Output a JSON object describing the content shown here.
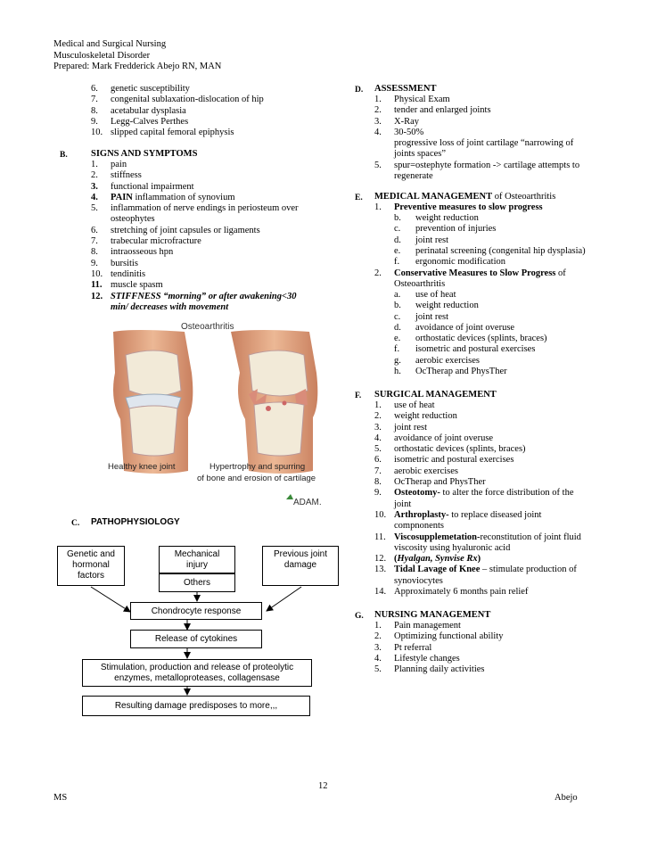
{
  "header": {
    "line1": "Medical and Surgical Nursing",
    "line2": "Musculoskeletal Disorder",
    "line3": "Prepared: Mark Fredderick Abejo RN, MAN"
  },
  "risk_list": [
    {
      "n": "6.",
      "t": "genetic susceptibility"
    },
    {
      "n": "7.",
      "t": "congenital sublaxation-dislocation of hip"
    },
    {
      "n": "8.",
      "t": "acetabular dysplasia"
    },
    {
      "n": "9.",
      "t": "Legg-Calves Perthes"
    },
    {
      "n": "10.",
      "t": "slipped capital femoral epiphysis"
    }
  ],
  "signs": {
    "letter": "B.",
    "title": "SIGNS AND SYMPTOMS",
    "items": [
      {
        "n": "1.",
        "t": "pain"
      },
      {
        "n": "2.",
        "t": "stiffness"
      },
      {
        "n": "3.",
        "t": "functional impairment"
      },
      {
        "n": "4.",
        "t1": "PAIN",
        "t2": "  inflammation of synovium"
      },
      {
        "n": "5.",
        "t": "inflammation of nerve endings in periosteum over"
      },
      {
        "n": "",
        "t": "osteophytes"
      },
      {
        "n": "6.",
        "t": "stretching of joint capsules or ligaments"
      },
      {
        "n": "7.",
        "t": "trabecular microfracture"
      },
      {
        "n": "8.",
        "t": "intraosseous hpn"
      },
      {
        "n": "9.",
        "t": "bursitis"
      },
      {
        "n": "10.",
        "t": "tendinitis"
      },
      {
        "n": "11.",
        "t": "muscle spasm"
      },
      {
        "n": "12.",
        "t1": "STIFFNESS",
        "t2": " “morning” or after awakening<30"
      },
      {
        "n": "",
        "t": "min/ decreases with movement"
      }
    ]
  },
  "figure": {
    "title": "Osteoarthritis",
    "caption_left": "Healthy knee joint",
    "caption_right_1": "Hypertrophy and spurring",
    "caption_right_2": "of bone and erosion of cartilage",
    "logo": "ADAM."
  },
  "patho": {
    "letter": "C.",
    "title": "PATHOPHYSIOLOGY",
    "box_genetic_1": "Genetic and",
    "box_genetic_2": "hormonal",
    "box_genetic_3": "factors",
    "box_mech_1": "Mechanical",
    "box_mech_2": "injury",
    "box_prev_1": "Previous joint",
    "box_prev_2": "damage",
    "box_others": "Others",
    "box_chondro": "Chondrocyte response",
    "box_release": "Release of cytokines",
    "box_stim_1": "Stimulation, production and release of proteolytic",
    "box_stim_2": "enzymes, metalloproteases, collagensase",
    "box_result": "Resulting damage predisposes to more,,,"
  },
  "assessment": {
    "letter": "D.",
    "title": "ASSESSMENT",
    "items": [
      {
        "n": "1.",
        "t": "Physical Exam"
      },
      {
        "n": "2.",
        "t": " tender and enlarged joints"
      },
      {
        "n": "3.",
        "t": "X-Ray"
      },
      {
        "n": "4.",
        "t": "30-50%"
      },
      {
        "n": "",
        "t": "progressive loss of joint cartilage  “narrowing of"
      },
      {
        "n": "",
        "t": "joints spaces”"
      },
      {
        "n": "5.",
        "t": "spur=ostephyte formation -> cartilage attempts to"
      },
      {
        "n": "",
        "t": "regenerate"
      }
    ]
  },
  "medical": {
    "letter": "E.",
    "title_bold": "MEDICAL MANAGEMENT",
    "title_rest": " of Osteoarthritis",
    "p1_n": "1.",
    "p1_title": "Preventive measures to slow progress",
    "p1_items": [
      {
        "n": "b.",
        "t": "weight reduction"
      },
      {
        "n": "c.",
        "t": "prevention of injuries"
      },
      {
        "n": "d.",
        "t": "joint rest"
      },
      {
        "n": "e.",
        "t": "perinatal screening (congenital hip dysplasia)"
      },
      {
        "n": "f.",
        "t": "ergonomic modification"
      }
    ],
    "p2_n": "2.",
    "p2_title": "Conservative Measures to Slow Progress",
    "p2_title_rest": " of",
    "p2_title_line2": "Osteoarthritis",
    "p2_items": [
      {
        "n": "a.",
        "t": "use of heat"
      },
      {
        "n": "b.",
        "t": "weight reduction"
      },
      {
        "n": "c.",
        "t": "joint rest"
      },
      {
        "n": "d.",
        "t": "avoidance of joint overuse"
      },
      {
        "n": "e.",
        "t": "orthostatic devices (splints, braces)"
      },
      {
        "n": "f.",
        "t": "isometric and postural exercises"
      },
      {
        "n": "g.",
        "t": "aerobic exercises"
      },
      {
        "n": "h.",
        "t": "OcTherap and PhysTher"
      }
    ]
  },
  "surgical": {
    "letter": "F.",
    "title": "SURGICAL MANAGEMENT",
    "items": [
      {
        "n": "1.",
        "t": "use of heat"
      },
      {
        "n": "2.",
        "t": "weight reduction"
      },
      {
        "n": "3.",
        "t": "joint rest"
      },
      {
        "n": "4.",
        "t": "avoidance of joint overuse"
      },
      {
        "n": "5.",
        "t": "orthostatic devices (splints, braces)"
      },
      {
        "n": "6.",
        "t": "isometric and postural exercises"
      },
      {
        "n": "7.",
        "t": "aerobic exercises"
      },
      {
        "n": "8.",
        "t": "OcTherap and PhysTher"
      },
      {
        "n": "9.",
        "b": "Osteotomy-",
        "t": " to alter the force distribution of the"
      },
      {
        "n": "",
        "t": "joint"
      },
      {
        "n": "10.",
        "b": "Arthroplasty-",
        "t": " to replace diseased joint"
      },
      {
        "n": "",
        "t": "compnonents"
      },
      {
        "n": "11.",
        "b": "Viscosupplemetation-",
        "t": "reconstitution of joint fluid"
      },
      {
        "n": "",
        "t": "viscosity using hyaluronic acid"
      },
      {
        "n": "12.",
        "b": "(",
        "bi": "Hyalgan, Synvise Rx",
        "b2": ")"
      },
      {
        "n": "13.",
        "b": "Tidal Lavage of Knee",
        "t": " – stimulate production of"
      },
      {
        "n": "",
        "t": "synoviocytes"
      },
      {
        "n": "14.",
        "t": "Approximately 6 months pain relief"
      }
    ]
  },
  "nursing": {
    "letter": "G.",
    "title": "NURSING MANAGEMENT",
    "items": [
      {
        "n": "1.",
        "t": "Pain management"
      },
      {
        "n": "2.",
        "t": "Optimizing functional ability"
      },
      {
        "n": "3.",
        "t": "Pt referral"
      },
      {
        "n": "4.",
        "t": "Lifestyle changes"
      },
      {
        "n": "5.",
        "t": "Planning daily activities"
      }
    ]
  },
  "footer": {
    "page": "12",
    "left": "MS",
    "right": "Abejo"
  },
  "colors": {
    "skin_light": "#e8b08a",
    "skin_dark": "#c9805f",
    "bone": "#f2ead8",
    "cartilage": "#dfe6ee",
    "logo_green": "#3a8a3a"
  }
}
